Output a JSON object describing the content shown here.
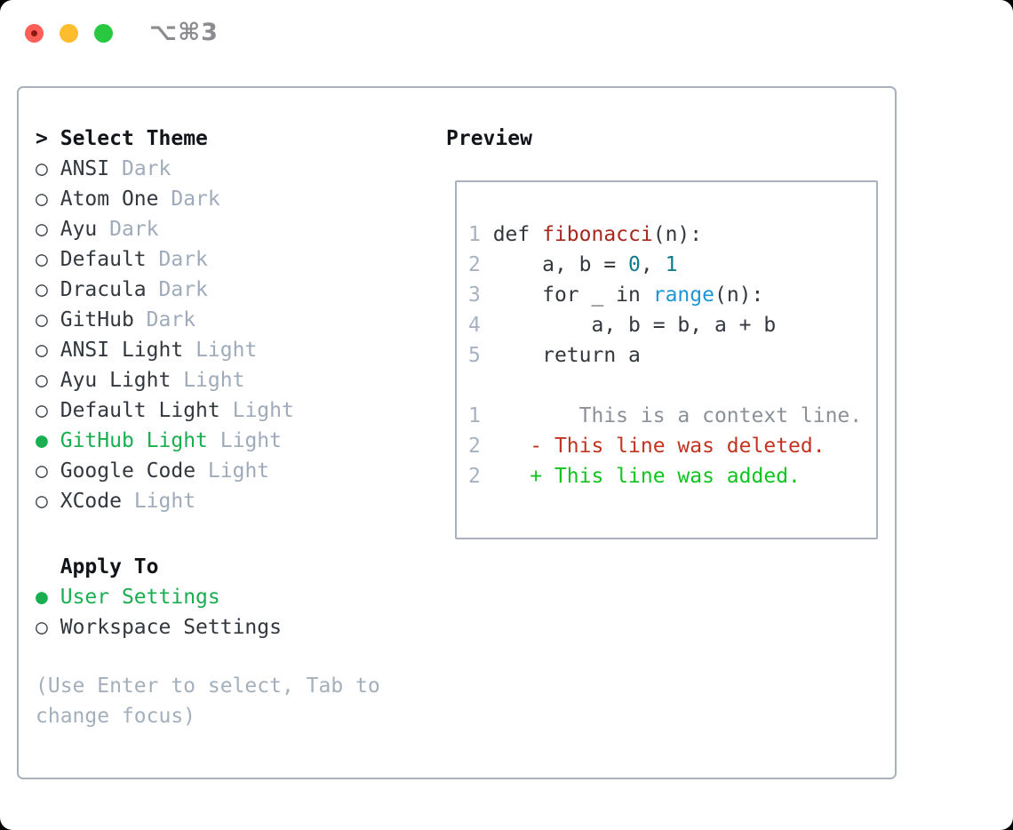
{
  "window": {
    "shortcut_label": "⌥⌘3",
    "traffic_lights": [
      {
        "icon": "close-icon",
        "color": "#ff5f57"
      },
      {
        "icon": "minimize-icon",
        "color": "#febc2e"
      },
      {
        "icon": "zoom-icon",
        "color": "#28c840"
      }
    ]
  },
  "theme_picker": {
    "prompt": ">",
    "title": "Select Theme",
    "unselected_marker": "○",
    "selected_marker": "●",
    "items": [
      {
        "name": "ANSI",
        "tag": "Dark",
        "selected": false
      },
      {
        "name": "Atom One",
        "tag": "Dark",
        "selected": false
      },
      {
        "name": "Ayu",
        "tag": "Dark",
        "selected": false
      },
      {
        "name": "Default",
        "tag": "Dark",
        "selected": false
      },
      {
        "name": "Dracula",
        "tag": "Dark",
        "selected": false
      },
      {
        "name": "GitHub",
        "tag": "Dark",
        "selected": false
      },
      {
        "name": "ANSI Light",
        "tag": "Light",
        "selected": false
      },
      {
        "name": "Ayu Light",
        "tag": "Light",
        "selected": false
      },
      {
        "name": "Default Light",
        "tag": "Light",
        "selected": false
      },
      {
        "name": "GitHub Light",
        "tag": "Light",
        "selected": true
      },
      {
        "name": "Google Code",
        "tag": "Light",
        "selected": false
      },
      {
        "name": "XCode",
        "tag": "Light",
        "selected": false
      }
    ]
  },
  "apply_to": {
    "title": "Apply To",
    "options": [
      {
        "name": "User Settings",
        "selected": true
      },
      {
        "name": "Workspace Settings",
        "selected": false
      }
    ]
  },
  "hint": "(Use Enter to select, Tab to change focus)",
  "preview": {
    "title": "Preview",
    "code_lines": [
      {
        "no": "1",
        "tokens": [
          {
            "t": "def ",
            "c": "code"
          },
          {
            "t": "fibonacci",
            "c": "func"
          },
          {
            "t": "(n):",
            "c": "code"
          }
        ]
      },
      {
        "no": "2",
        "tokens": [
          {
            "t": "    a, b = ",
            "c": "code"
          },
          {
            "t": "0",
            "c": "num"
          },
          {
            "t": ", ",
            "c": "code"
          },
          {
            "t": "1",
            "c": "num"
          }
        ]
      },
      {
        "no": "3",
        "tokens": [
          {
            "t": "    for _ in ",
            "c": "code"
          },
          {
            "t": "range",
            "c": "builtin"
          },
          {
            "t": "(n):",
            "c": "code"
          }
        ]
      },
      {
        "no": "4",
        "tokens": [
          {
            "t": "        a, b = b, a + b",
            "c": "code"
          }
        ]
      },
      {
        "no": "5",
        "tokens": [
          {
            "t": "    return a",
            "c": "code"
          }
        ]
      },
      {
        "no": "",
        "tokens": []
      },
      {
        "no": "1",
        "tokens": [
          {
            "t": "       This is a context line.",
            "c": "context"
          }
        ]
      },
      {
        "no": "2",
        "tokens": [
          {
            "t": "   - This line was deleted.",
            "c": "deleted"
          }
        ]
      },
      {
        "no": "2",
        "tokens": [
          {
            "t": "   + This line was added.",
            "c": "added"
          }
        ]
      }
    ]
  },
  "colors": {
    "selected_green": "#19ae4f",
    "added_green": "#10c31f",
    "deleted_red": "#c23320",
    "function_red": "#a5291e",
    "number_teal": "#0f7c8b",
    "builtin_blue": "#1e96d4",
    "tag_gray": "#9fabba",
    "panel_border": "#a9b2bc"
  }
}
